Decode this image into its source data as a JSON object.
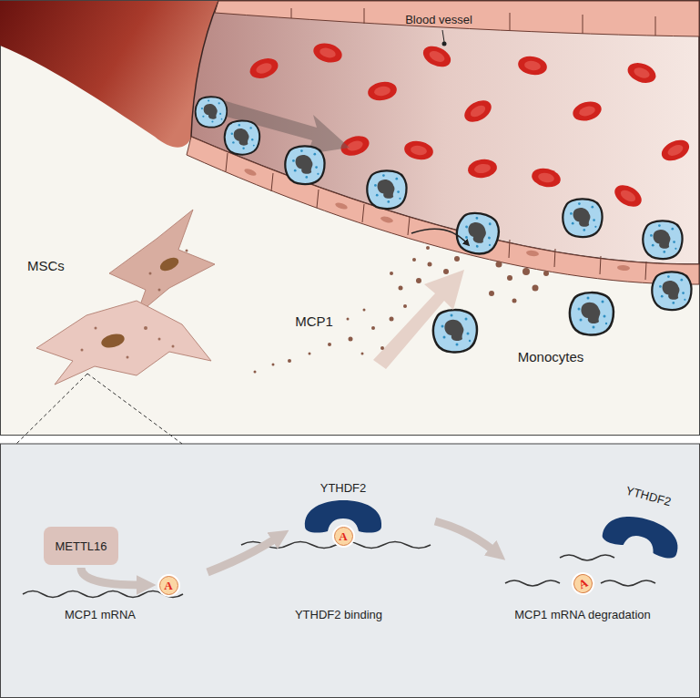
{
  "diagram": {
    "nodes": [
      {
        "text": [
          "METTL16"
        ]
      },
      {
        "text": [
          "A"
        ]
      },
      {
        "text": [
          "A"
        ]
      },
      {
        "text": [
          "A"
        ]
      }
    ],
    "edges": [
      {
        "from": 0,
        "to": 1,
        "arrow": "to"
      }
    ],
    "labels": [
      "Blood vessel",
      "MSCs",
      "MCP1",
      "Monocytes",
      "MCP1 mRNA",
      "YTHDF2",
      "YTHDF2 binding",
      "YTHDF2",
      "MCP1 mRNA degradation"
    ]
  }
}
